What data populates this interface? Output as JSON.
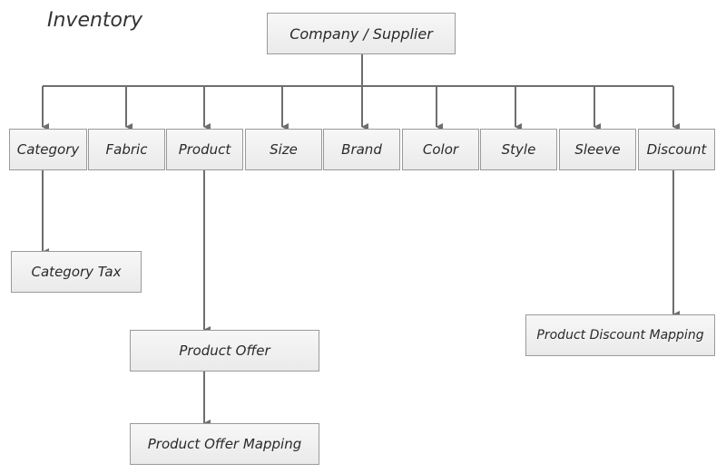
{
  "title": "Inventory",
  "root": {
    "label": "Company / Supplier"
  },
  "level1": [
    {
      "id": "category",
      "label": "Category"
    },
    {
      "id": "fabric",
      "label": "Fabric"
    },
    {
      "id": "product",
      "label": "Product"
    },
    {
      "id": "size",
      "label": "Size"
    },
    {
      "id": "brand",
      "label": "Brand"
    },
    {
      "id": "color",
      "label": "Color"
    },
    {
      "id": "style",
      "label": "Style"
    },
    {
      "id": "sleeve",
      "label": "Sleeve"
    },
    {
      "id": "discount",
      "label": "Discount"
    }
  ],
  "children": {
    "category_tax": {
      "label": "Category Tax",
      "parent": "Category"
    },
    "product_offer": {
      "label": "Product Offer",
      "parent": "Product"
    },
    "product_offer_mapping": {
      "label": "Product Offer Mapping",
      "parent": "Product Offer"
    },
    "product_discount_mapping": {
      "label": "Product Discount Mapping",
      "parent": "Discount"
    }
  },
  "colors": {
    "line": "#6e6e6e",
    "border": "#9a9a9a",
    "text": "#2a2a2a"
  }
}
